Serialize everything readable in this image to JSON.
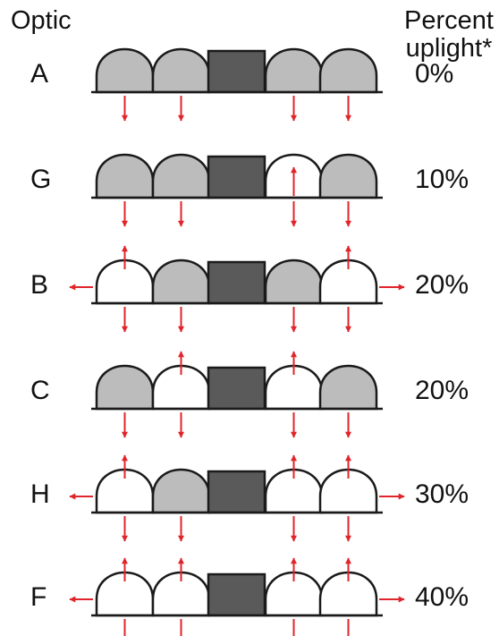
{
  "header": {
    "optic": "Optic",
    "uplight_line1": "Percent",
    "uplight_line2": "uplight*"
  },
  "colors": {
    "down_only": "#bcbcbc",
    "up_and_down": "#ffffff",
    "center_block": "#5a5a5a",
    "outline": "#1a1a1a",
    "arrow": "#e0252b"
  },
  "optics": [
    {
      "label": "A",
      "percent": "0%",
      "lenses": [
        "down",
        "down",
        "down",
        "down"
      ],
      "side_arrows": false
    },
    {
      "label": "G",
      "percent": "10%",
      "lenses": [
        "down",
        "down",
        "up",
        "down"
      ],
      "side_arrows": false
    },
    {
      "label": "B",
      "percent": "20%",
      "lenses": [
        "up",
        "down",
        "down",
        "up"
      ],
      "side_arrows": true
    },
    {
      "label": "C",
      "percent": "20%",
      "lenses": [
        "down",
        "up",
        "up",
        "down"
      ],
      "side_arrows": false
    },
    {
      "label": "H",
      "percent": "30%",
      "lenses": [
        "up",
        "down",
        "up",
        "up"
      ],
      "side_arrows": true
    },
    {
      "label": "F",
      "percent": "40%",
      "lenses": [
        "up",
        "up",
        "up",
        "up"
      ],
      "side_arrows": true
    }
  ]
}
